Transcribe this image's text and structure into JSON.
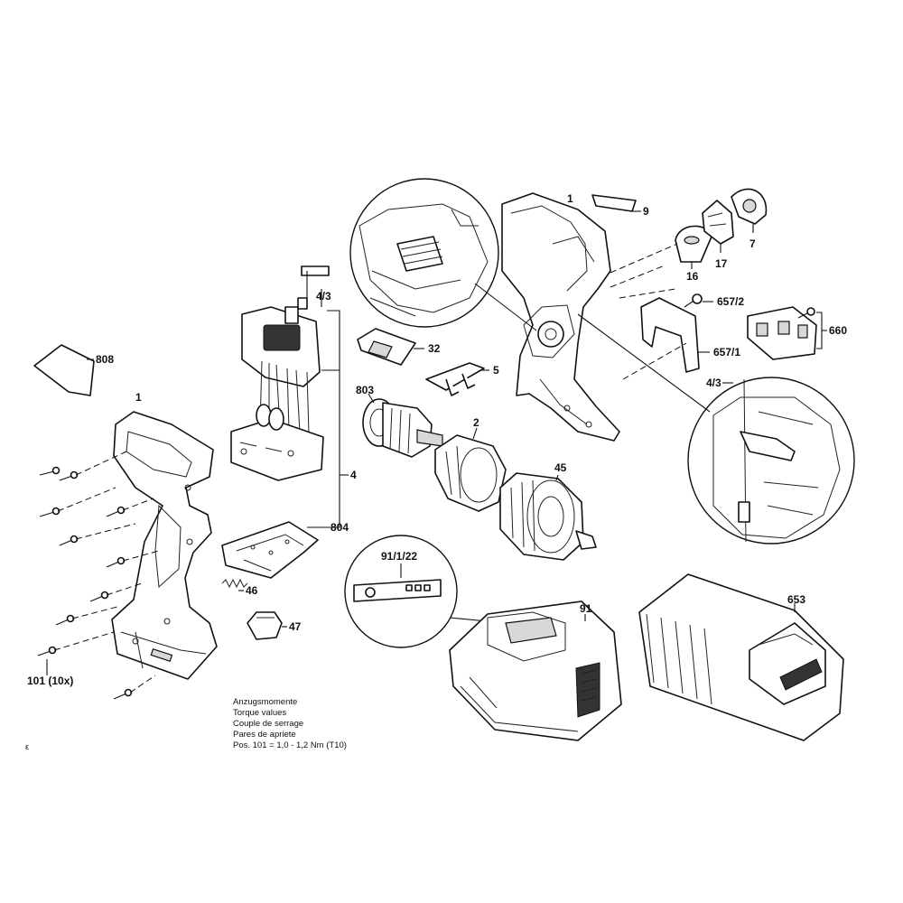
{
  "labels": {
    "p808": "808",
    "p1_left": "1",
    "p101": "101 (10x)",
    "p4_3_top": "4/3",
    "p4": "4",
    "p804": "804",
    "p46": "46",
    "p47": "47",
    "p32": "32",
    "p5": "5",
    "p803": "803",
    "p2": "2",
    "p45": "45",
    "p1_right": "1",
    "p9": "9",
    "p16": "16",
    "p17": "17",
    "p7": "7",
    "p657_2": "657/2",
    "p660": "660",
    "p657_1": "657/1",
    "p4_3_right": "4/3",
    "p91_1_22": "91/1/22",
    "p91": "91",
    "p653": "653"
  },
  "torque_note": {
    "line1": "Anzugsmomente",
    "line2": "Torque values",
    "line3": "Couple de serrage",
    "line4": "Pares de apriete",
    "line5": "Pos. 101  =  1,0 - 1,2 Nm (T10)"
  },
  "stray_mark": "ε"
}
